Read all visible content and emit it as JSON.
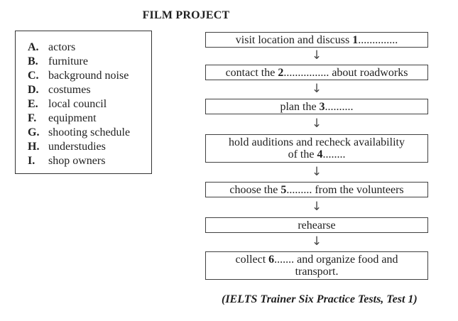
{
  "page": {
    "title": "FILM PROJECT",
    "source": "(IELTS Trainer Six Practice Tests, Test 1)"
  },
  "options": {
    "items": [
      {
        "letter": "A.",
        "label": "actors"
      },
      {
        "letter": "B.",
        "label": "furniture"
      },
      {
        "letter": "C.",
        "label": "background noise"
      },
      {
        "letter": "D.",
        "label": "costumes"
      },
      {
        "letter": "E.",
        "label": "local council"
      },
      {
        "letter": "F.",
        "label": "equipment"
      },
      {
        "letter": "G.",
        "label": "shooting schedule"
      },
      {
        "letter": "H.",
        "label": "understudies"
      },
      {
        "letter": "I.",
        "label": "shop owners"
      }
    ]
  },
  "flow": {
    "arrow": "↓",
    "steps": [
      {
        "pre": "visit location and discuss ",
        "num": "1",
        "post": ".............."
      },
      {
        "pre": "contact the ",
        "num": "2",
        "post": "................ about roadworks"
      },
      {
        "pre": "plan the ",
        "num": "3",
        "post": ".........."
      },
      {
        "line1": "hold auditions and recheck availability",
        "pre": "of the ",
        "num": "4",
        "post": "........"
      },
      {
        "pre": "choose the ",
        "num": "5",
        "post": "......... from the volunteers"
      },
      {
        "label": "rehearse"
      },
      {
        "pre": "collect ",
        "num": "6",
        "post": "....... and organize food and",
        "line2": "transport."
      }
    ]
  },
  "colors": {
    "text": "#1f1f1f",
    "box_border": "#414141",
    "arrow": "#4a4a4a"
  }
}
